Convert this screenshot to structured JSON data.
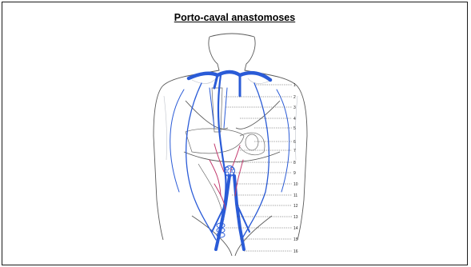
{
  "title": "Porto-caval anastomoses",
  "labels": [
    "1",
    "2",
    "3",
    "4",
    "5",
    "6",
    "7",
    "8",
    "9",
    "10",
    "11",
    "12",
    "13",
    "14",
    "15",
    "16"
  ],
  "colors": {
    "vein": "#2a5bd7",
    "portal": "#c23a6e",
    "outline": "#4a4a4a",
    "shading": "#b8bdc6"
  }
}
